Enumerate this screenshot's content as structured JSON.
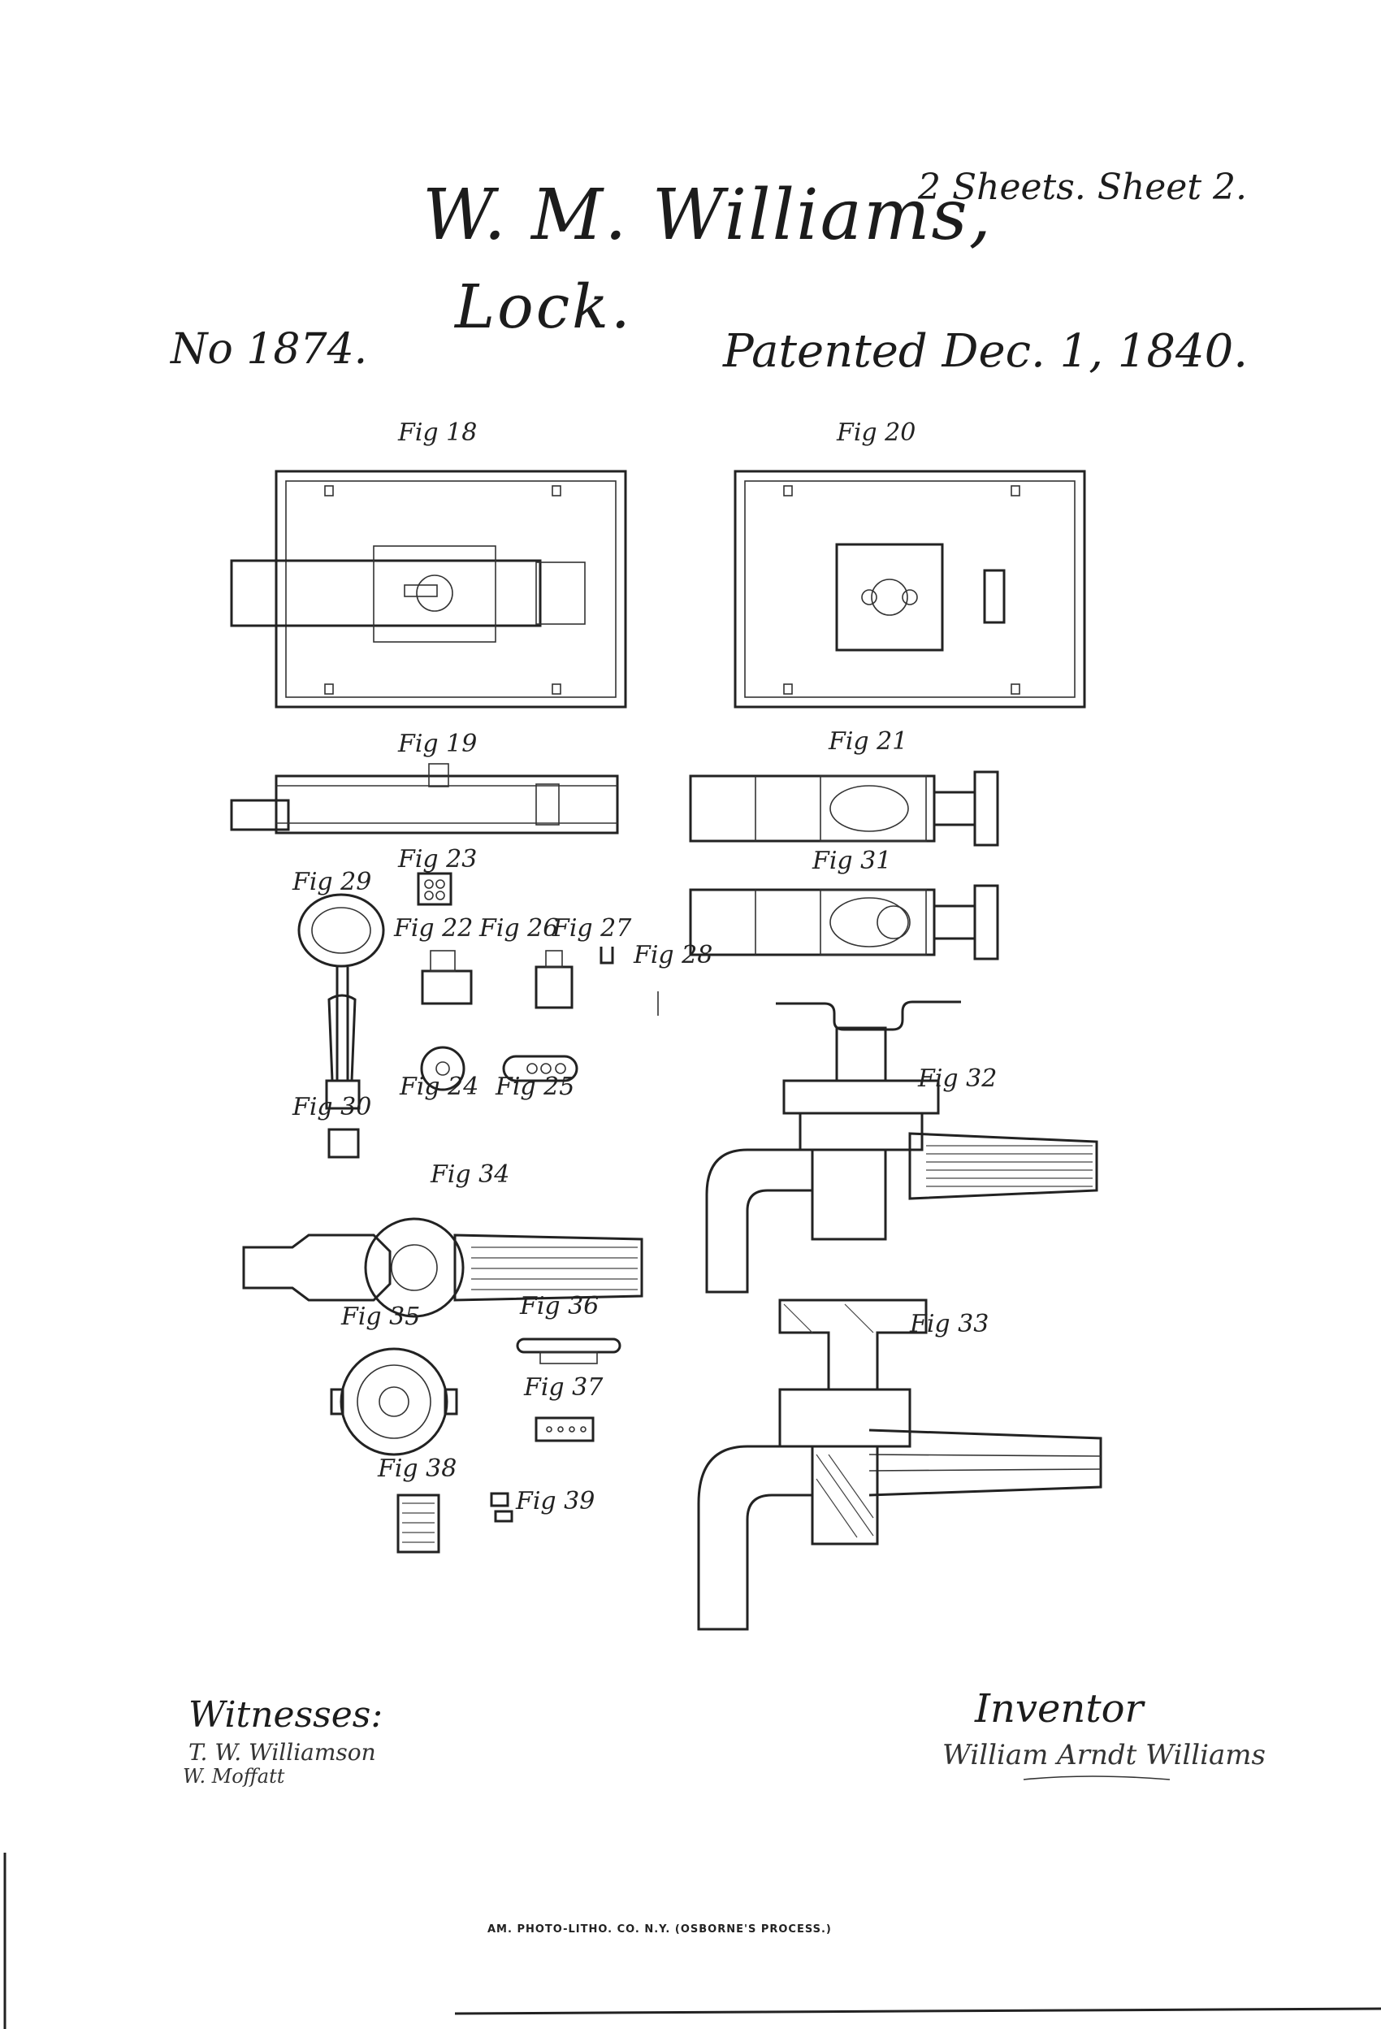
{
  "header": {
    "name": "W. M. Williams,",
    "title": "Lock.",
    "sheet": "2 Sheets. Sheet 2.",
    "number": "No 1874.",
    "patented": "Patented Dec. 1, 1840."
  },
  "figures": {
    "fig18": "Fig 18",
    "fig19": "Fig 19",
    "fig20": "Fig 20",
    "fig21": "Fig 21",
    "fig22": "Fig 22",
    "fig23": "Fig 23",
    "fig24": "Fig 24",
    "fig25": "Fig 25",
    "fig26": "Fig 26",
    "fig27": "Fig 27",
    "fig28": "Fig 28",
    "fig29": "Fig 29",
    "fig30": "Fig 30",
    "fig31": "Fig 31",
    "fig32": "Fig 32",
    "fig33": "Fig 33",
    "fig34": "Fig 34",
    "fig35": "Fig 35",
    "fig36": "Fig 36",
    "fig37": "Fig 37",
    "fig38": "Fig 38",
    "fig39": "Fig 39"
  },
  "footer": {
    "witnesses_label": "Witnesses:",
    "witness_1": "T. W. Williamson",
    "witness_2": "W. Moffatt",
    "inventor_label": "Inventor",
    "inventor_signature": "William Arndt Williams",
    "printer": "AM. PHOTO-LITHO. CO. N.Y. (OSBORNE'S PROCESS.)"
  }
}
